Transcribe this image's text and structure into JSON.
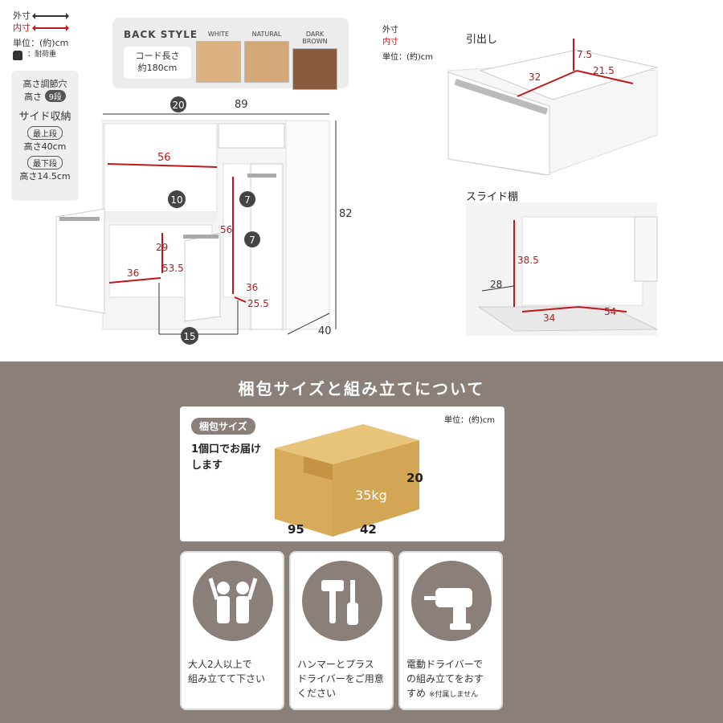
{
  "legend": {
    "outer_label": "外寸",
    "inner_label": "内寸",
    "unit_label": "単位：(約)cm",
    "load_label": "：耐荷重"
  },
  "side_box": {
    "height_holes": "高さ調節穴",
    "height_label": "高さ",
    "height_steps": "9段",
    "side_storage": "サイド収納",
    "top_shelf": "最上段",
    "top_height": "高さ40cm",
    "bottom_shelf": "最下段",
    "bottom_height": "高さ14.5cm"
  },
  "back_style": {
    "title": "BACK STYLE",
    "cord_line1": "コード長さ",
    "cord_line2": "約180cm",
    "options": [
      {
        "name": "WHITE",
        "color": "#d9b48a"
      },
      {
        "name": "NATURAL",
        "color": "#d2a878"
      },
      {
        "name": "DARK BROWN",
        "color": "#8a5a3c"
      }
    ]
  },
  "cabinet": {
    "load_top": "20",
    "width": "89",
    "height": "82",
    "depth": "40",
    "inner_width": "56",
    "inner_shelf_height": "56",
    "load_shelf": "10",
    "load_side1": "7",
    "load_side2": "7",
    "lower_height": "29",
    "lower_depth": "36",
    "lower_width": "53.5",
    "side_depth": "36",
    "side_width": "25.5",
    "load_bottom": "15"
  },
  "drawer": {
    "title": "引出し",
    "unit_label": "単位：(約)cm",
    "outer_label": "外寸",
    "inner_label": "内寸",
    "height": "7.5",
    "width": "32",
    "depth": "21.5"
  },
  "slide_shelf": {
    "title": "スライド棚",
    "height": "38.5",
    "slide": "28",
    "depth": "34",
    "width": "54"
  },
  "packing": {
    "headline": "梱包サイズと組み立てについて",
    "tag": "梱包サイズ",
    "one_box_line1": "1個口でお届け",
    "one_box_line2": "します",
    "unit": "単位：(約)cm",
    "weight": "35kg",
    "dim_a": "95",
    "dim_b": "42",
    "dim_c": "20",
    "box_color": "#d8ab5c"
  },
  "tools": [
    {
      "icon": "two-people-icon",
      "line1": "大人2人以上で",
      "line2": "組み立てて下さい",
      "line3": "",
      "note": ""
    },
    {
      "icon": "hammer-screwdriver-icon",
      "line1": "ハンマーとプラス",
      "line2": "ドライバーをご用意",
      "line3": "ください",
      "note": ""
    },
    {
      "icon": "electric-drill-icon",
      "line1": "電動ドライバーで",
      "line2": "の組み立てをおす",
      "line3": "すめ",
      "note": "※付属しません"
    }
  ]
}
